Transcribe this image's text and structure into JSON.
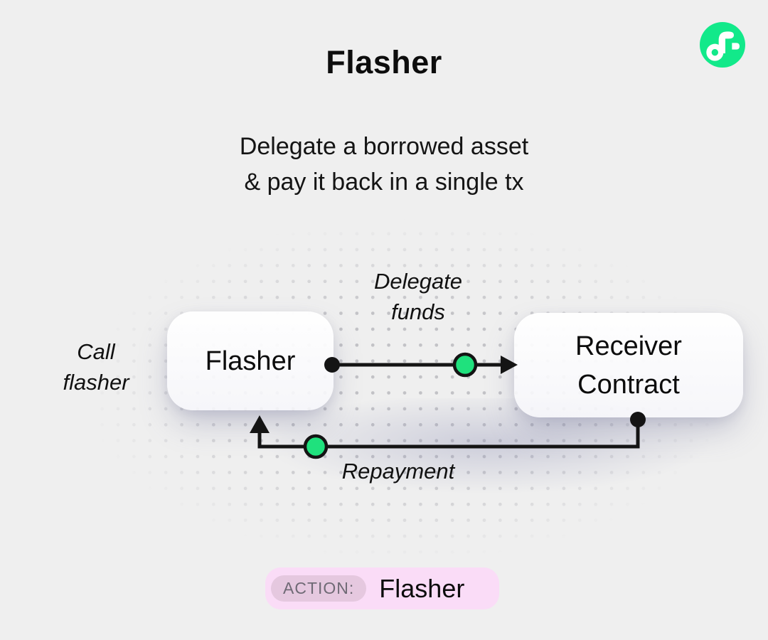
{
  "page": {
    "title": "Flasher",
    "subtitle_line1": "Delegate a borrowed asset",
    "subtitle_line2": "& pay it back in a single tx"
  },
  "logo": {
    "name": "fluid-logo",
    "green": "#12e98a"
  },
  "diagram": {
    "caller_label": {
      "line1": "Call",
      "line2": "flasher"
    },
    "nodes": [
      {
        "id": "flasher",
        "label": "Flasher"
      },
      {
        "id": "receiver",
        "line1": "Receiver",
        "line2": "Contract"
      }
    ],
    "edges": [
      {
        "from": "flasher",
        "to": "receiver",
        "label_line1": "Delegate",
        "label_line2": "funds"
      },
      {
        "from": "receiver",
        "to": "flasher",
        "label": "Repayment"
      }
    ],
    "colors": {
      "accent_green": "#1fe17d",
      "line_black": "#141414",
      "dot_gray": "#c2c2c6"
    }
  },
  "action_badge": {
    "label": "ACTION:",
    "value": "Flasher",
    "bg": "#fadcf7",
    "label_bg": "#e5c8df"
  }
}
